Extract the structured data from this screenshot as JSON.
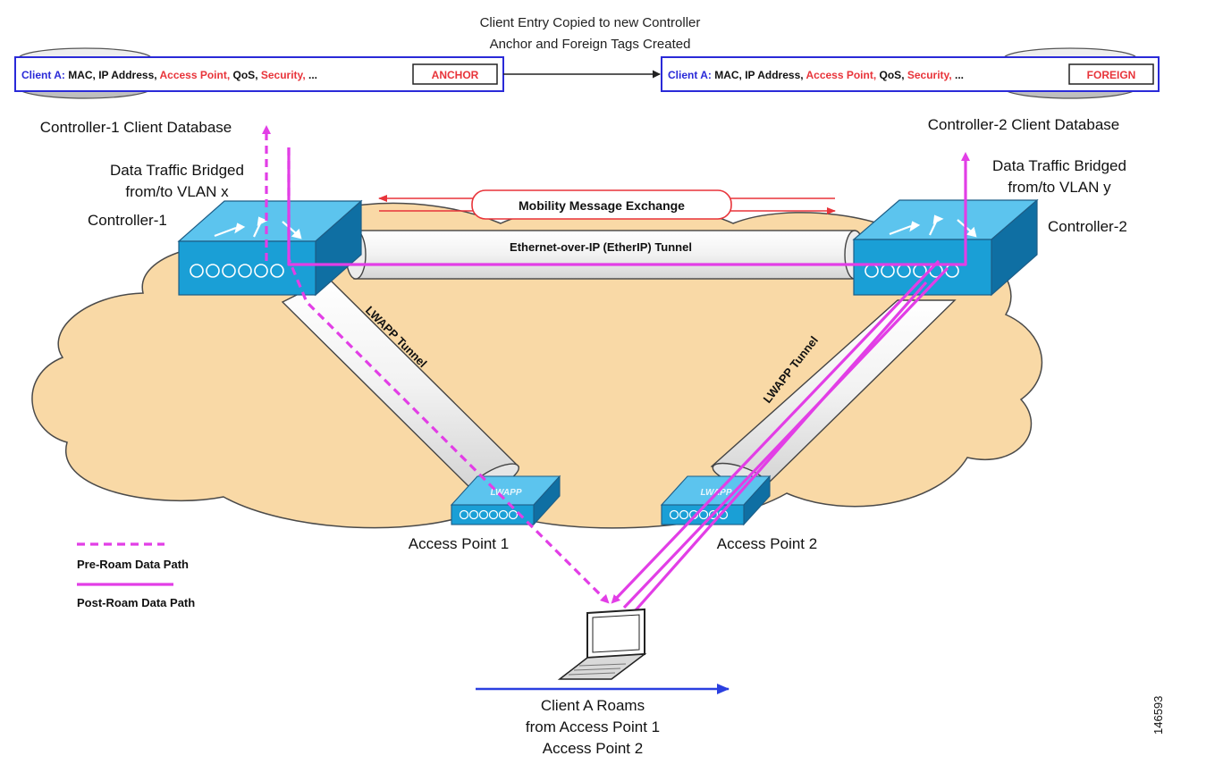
{
  "top_caption": {
    "line1": "Client Entry Copied to new Controller",
    "line2": "Anchor and Foreign Tags Created"
  },
  "entries": {
    "left": {
      "client": "Client A:",
      "fields1": " MAC, IP Address,",
      "ap": " Access Point,",
      "qos": " QoS,",
      "security": " Security,",
      "ellipsis": " ...",
      "tag": "ANCHOR"
    },
    "right": {
      "client": "Client A:",
      "fields1": " MAC, IP Address,",
      "ap": " Access Point,",
      "qos": " QoS,",
      "security": " Security,",
      "ellipsis": " ...",
      "tag": "FOREIGN"
    }
  },
  "labels": {
    "db1": "Controller-1 Client Database",
    "db2": "Controller-2 Client Database",
    "bridged1_line1": "Data Traffic Bridged",
    "bridged1_line2": "from/to VLAN x",
    "bridged2_line1": "Data Traffic Bridged",
    "bridged2_line2": "from/to VLAN y",
    "controller1": "Controller-1",
    "controller2": "Controller-2",
    "mobility": "Mobility Message Exchange",
    "etherip": "Ethernet-over-IP (EtherIP) Tunnel",
    "lwapp1": "LWAPP Tunnel",
    "lwapp2": "LWAPP Tunnel",
    "ap1": "Access Point 1",
    "ap2": "Access Point 2",
    "ap_face": "LWAPP",
    "legend_pre": "Pre-Roam Data Path",
    "legend_post": "Post-Roam Data Path",
    "roam_line1": "Client A Roams",
    "roam_line2": "from Access Point 1",
    "roam_line3": "Access Point 2",
    "figure_id": "146593"
  },
  "colors": {
    "magenta": "#e23ee6",
    "cloud": "#f9d9a6",
    "device_blue": "#1a9fd6",
    "red_text": "#e8343a",
    "blue_text": "#2a2ad8",
    "roam_arrow": "#2a3fe0"
  }
}
